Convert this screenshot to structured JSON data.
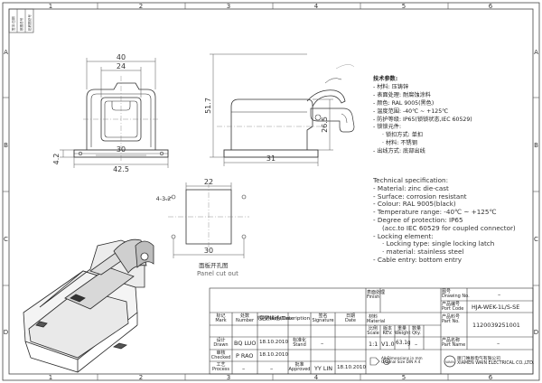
{
  "border": {
    "cols_top": [
      "1",
      "2",
      "3",
      "4",
      "5",
      "6"
    ],
    "cols_bottom": [
      "1",
      "2",
      "3",
      "4",
      "5",
      "6"
    ],
    "rows_left": [
      "A",
      "B",
      "C",
      "D"
    ],
    "corner_labels": [
      "签字/日期",
      "底图总号",
      "旧底图总号"
    ]
  },
  "drawing": {
    "dims_front": {
      "outer_top": "40",
      "inner_top": "24",
      "inner_bottom": "30",
      "base": "42.5",
      "left_height": "4.2"
    },
    "dims_side": {
      "height": "51.7",
      "right_height": "26.5",
      "base": "31"
    },
    "dims_cutout": {
      "width": "22",
      "radius": "4-3.2",
      "bottom": "30"
    },
    "cutout_caption_cn": "面板开孔图",
    "cutout_caption_en": "Panel cut out"
  },
  "spec_cn": {
    "heading": "技术参数:",
    "lines": [
      "- 材料: 压铸锌",
      "- 表面处理: 耐腐蚀涂料",
      "- 颜色: RAL 9005(黑色)",
      "- 温度范围: -40℃  ~ +125℃",
      "- 防护等级: IP65(锁锁状态,IEC 60529)",
      "- 锁锁元件:"
    ],
    "sub_lines": [
      "· 锁扣方式: 单扣",
      "· 材料: 不锈钢"
    ],
    "last_line": "- 出线方式: 底部出线"
  },
  "spec_en": {
    "heading": "Technical specification:",
    "lines": [
      "- Material: zinc die-cast",
      "- Surface: corrosion resistant",
      "- Colour: RAL 9005(black)",
      "- Temperature range: -40℃ ~ +125℃",
      "- Degree of protection: IP65"
    ],
    "protection_note": "(acc.to IEC 60529 for coupled connector)",
    "locking_heading": "- Locking element:",
    "locking_lines": [
      "· Locking type: single locking latch",
      "· material: stainless steel"
    ],
    "cable_entry": "- Cable entry: bottom entry"
  },
  "title_block": {
    "surface_label": "表面处理\nFinish",
    "material_label": "材料\nMaterial",
    "drawing_no_label": "图号\nDrawing No.",
    "drawing_no_value": "–",
    "product_code_label": "产品编号\nPort Code",
    "product_code_value": "HJA-WEK-1L/S-SE",
    "product_no_label": "产品料号\nPart No.",
    "product_no_value": "1120039251001",
    "product_name_label": "产品名称\nPart Name",
    "product_name_value": "–",
    "col_mark": "标记\nMark",
    "col_number": "处数\nNumber",
    "col_fileno": "更改文件号",
    "col_name_date": "姓名/Name/Date",
    "col_description": "变更描述/Description",
    "col_signature": "签名\nSignature",
    "col_date": "日期\nDate",
    "drawn_label": "设计\nDrawn",
    "drawn_by": "BQ LUO",
    "drawn_date": "18.10.2010",
    "standard_label": "标准化\nStand",
    "standard_value": "–",
    "checked_label": "审核\nChecked",
    "checked_by": "P RAO",
    "checked_date": "18.10.2010",
    "process_label": "工艺\nProcess",
    "approved_label": "批准\nApproved",
    "approved_by": "YY LIN",
    "approved_date": "18.10.2010",
    "dash": "–",
    "scale_label": "比例\nScale",
    "scale_value": "1:1",
    "rev_label": "版本\nREV.",
    "rev_value": "V1.0",
    "weight_label": "重量\nWeight",
    "weight_value": "63.1g",
    "qty_label": "数量\nQty.",
    "qty_value": "–",
    "dimension_note": "All Dimensions in mm\nOriginal Size DIN A 4",
    "company": "厦门唯恩电气有限公司\nXIAMEN WAIN ELECTRICAL CO.,LTD.",
    "logo_text": "WAIN"
  }
}
